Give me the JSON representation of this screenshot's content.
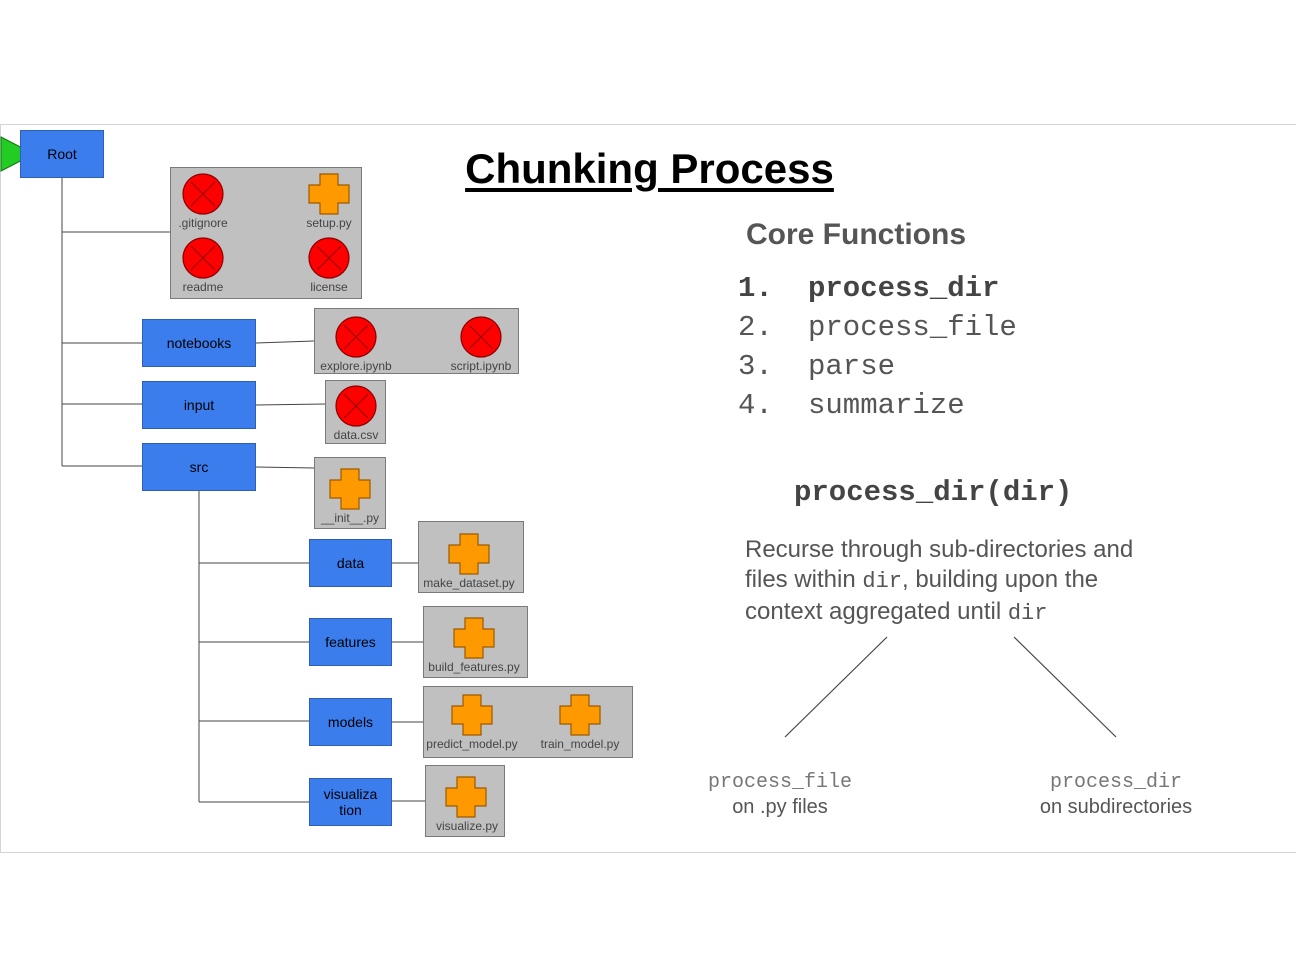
{
  "title": "Chunking Process",
  "tree": {
    "root": "Root",
    "root_files": [
      ".gitignore",
      "setup.py",
      "readme",
      "license"
    ],
    "notebooks": {
      "label": "notebooks",
      "files": [
        "explore.ipynb",
        "script.ipynb"
      ]
    },
    "input": {
      "label": "input",
      "files": [
        "data.csv"
      ]
    },
    "src": {
      "label": "src",
      "files": [
        "__init__.py"
      ],
      "data": {
        "label": "data",
        "files": [
          "make_dataset.py"
        ]
      },
      "features": {
        "label": "features",
        "files": [
          "build_features.py"
        ]
      },
      "models": {
        "label": "models",
        "files": [
          "predict_model.py",
          "train_model.py"
        ]
      },
      "visualization": {
        "label": "visualiza\ntion",
        "files": [
          "visualize.py"
        ]
      }
    }
  },
  "core": {
    "heading": "Core Functions",
    "items": [
      {
        "num": "1.",
        "name": "process_dir"
      },
      {
        "num": "2.",
        "name": "process_file"
      },
      {
        "num": "3.",
        "name": "parse"
      },
      {
        "num": "4.",
        "name": "summarize"
      }
    ]
  },
  "detail": {
    "signature": "process_dir(dir)",
    "desc_part1": "Recurse through sub-directories and files within ",
    "desc_code1": "dir",
    "desc_part2": ", building upon the context aggregated until ",
    "desc_code2": "dir"
  },
  "branches": {
    "left": {
      "fn": "process_file",
      "text": "on .py files"
    },
    "right": {
      "fn": "process_dir",
      "text": "on subdirectories"
    }
  },
  "colors": {
    "dir": "#3b7ded",
    "group": "#c0c0c0",
    "py_file": "#ff9900",
    "other_file": "#ff0000",
    "play": "#22cc22"
  },
  "icons": {
    "py_file": "plus-shape-icon",
    "other_file": "x-circle-icon",
    "root_marker": "play-triangle-icon"
  }
}
